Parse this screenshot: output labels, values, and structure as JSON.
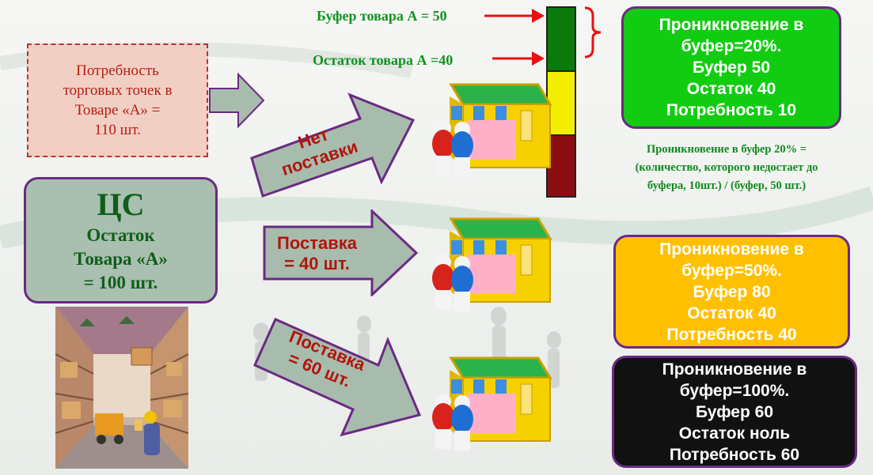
{
  "need_box": {
    "lines": [
      "Потребность",
      "торговых точек в",
      "Товаре «А» =",
      "110 шт."
    ]
  },
  "dc_box": {
    "title": "ЦС",
    "lines": [
      "Остаток",
      "Товара «А»",
      "= 100 шт."
    ]
  },
  "buffer_labels": {
    "buffer": "Буфер товара А = 50",
    "remaining": "Остаток товара А =40"
  },
  "arrows": [
    {
      "lines": [
        "Нет",
        "поставки"
      ]
    },
    {
      "lines": [
        "Поставка",
        "= 40 шт."
      ]
    },
    {
      "lines": [
        "Поставка",
        "= 60 шт."
      ]
    }
  ],
  "info_boxes": [
    {
      "lines": [
        "Проникновение в",
        "буфер=20%.",
        "Буфер 50",
        "Остаток 40",
        "Потребность 10"
      ],
      "color": "#12cc12"
    },
    {
      "lines": [
        "Проникновение в",
        "буфер=50%.",
        "Буфер 80",
        "Остаток 40",
        "Потребность 40"
      ],
      "color": "#ffc000"
    },
    {
      "lines": [
        "Проникновение в",
        "буфер=100%.",
        "Буфер 60",
        "Остаток ноль",
        "Потребность 60"
      ],
      "color": "#111111"
    }
  ],
  "formula": {
    "lines": [
      "Проникновение в буфер 20% =",
      "(количество, которого недостает до",
      "буфера, 10шт.) / (буфер, 50 шт.)"
    ]
  },
  "colors": {
    "buffer_green": "#0a7a0a",
    "buffer_yellow": "#f4ef00",
    "buffer_red": "#8b0e12",
    "arrow_fill": "#a8bcae",
    "border_purple": "#6a2a83"
  }
}
